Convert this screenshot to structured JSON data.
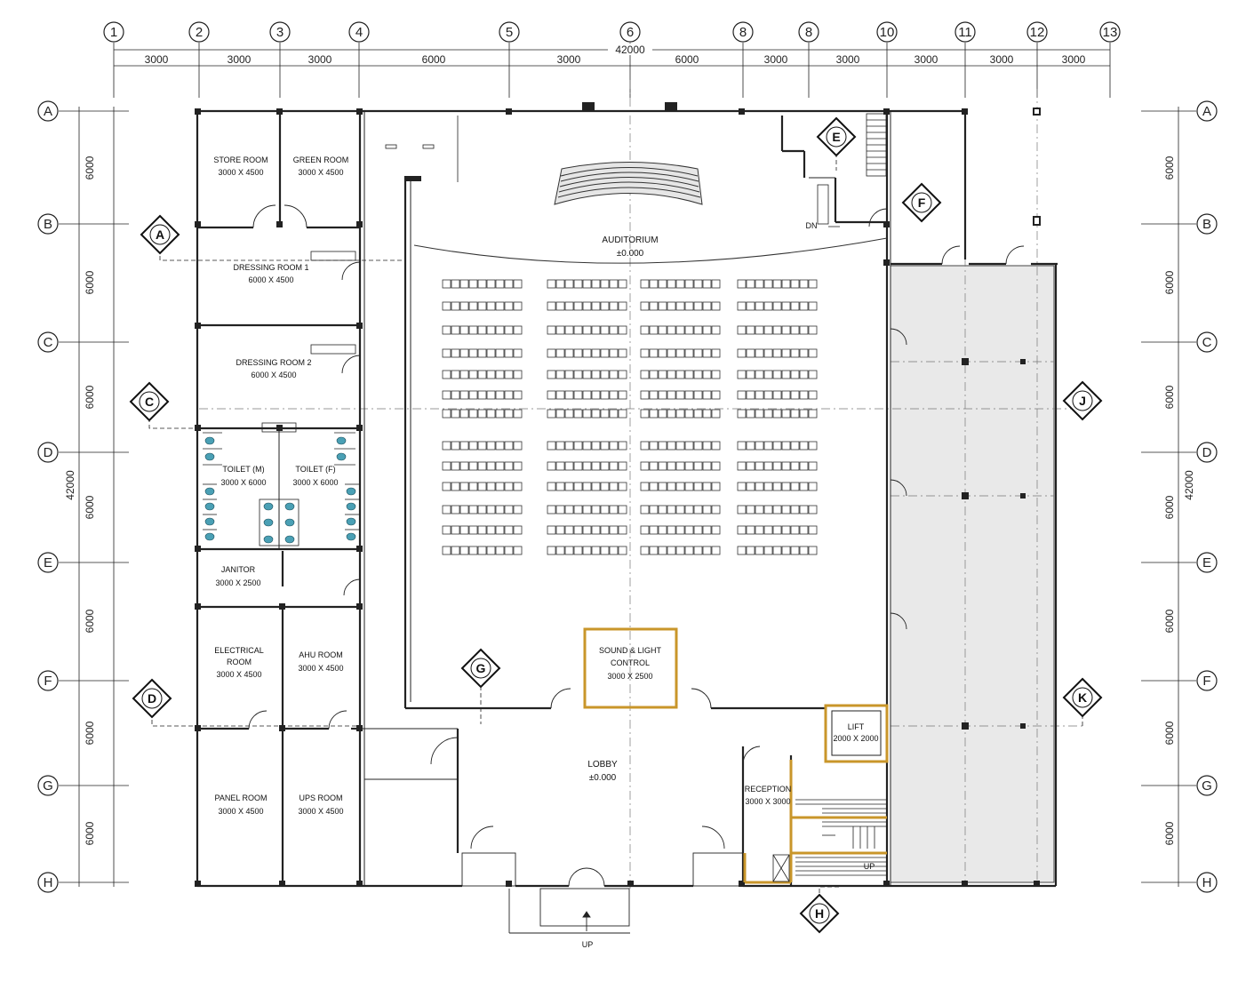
{
  "grid_columns": [
    "1",
    "2",
    "3",
    "4",
    "5",
    "6",
    "8",
    "8",
    "10",
    "11",
    "12",
    "13"
  ],
  "grid_rows": [
    "A",
    "B",
    "C",
    "D",
    "E",
    "F",
    "G",
    "H"
  ],
  "overall_dimension": "42000",
  "column_spacings": [
    "3000",
    "3000",
    "3000",
    "6000",
    "3000",
    "6000",
    "3000",
    "3000",
    "3000",
    "3000",
    "3000"
  ],
  "row_spacings": [
    "6000",
    "6000",
    "6000",
    "6000",
    "6000",
    "6000",
    "6000"
  ],
  "rooms": {
    "store_room": {
      "name": "STORE ROOM",
      "size": "3000 X 4500"
    },
    "green_room": {
      "name": "GREEN ROOM",
      "size": "3000 X 4500"
    },
    "dressing_room_1": {
      "name": "DRESSING ROOM 1",
      "size": "6000 X 4500"
    },
    "dressing_room_2": {
      "name": "DRESSING ROOM 2",
      "size": "6000 X 4500"
    },
    "toilet_m": {
      "name": "TOILET (M)",
      "size": "3000 X 6000"
    },
    "toilet_f": {
      "name": "TOILET (F)",
      "size": "3000 X 6000"
    },
    "janitor": {
      "name": "JANITOR",
      "size": "3000 X 2500"
    },
    "electrical_room": {
      "name1": "ELECTRICAL",
      "name2": "ROOM",
      "size": "3000 X 4500"
    },
    "ahu_room": {
      "name": "AHU ROOM",
      "size": "3000 X 4500"
    },
    "panel_room": {
      "name": "PANEL ROOM",
      "size": "3000 X 4500"
    },
    "ups_room": {
      "name": "UPS ROOM",
      "size": "3000 X 4500"
    },
    "auditorium": {
      "name": "AUDITORIUM",
      "level": "±0.000"
    },
    "sound_light": {
      "name1": "SOUND & LIGHT",
      "name2": "CONTROL",
      "size": "3000 X 2500"
    },
    "lobby": {
      "name": "LOBBY",
      "level": "±0.000"
    },
    "reception": {
      "name": "RECEPTION",
      "size": "3000 X 3000"
    },
    "lift": {
      "name": "LIFT",
      "size": "2000 X 2000"
    }
  },
  "section_markers": [
    "A",
    "C",
    "D",
    "E",
    "F",
    "G",
    "H",
    "J",
    "K"
  ],
  "stair_labels": {
    "dn": "DN",
    "up_stair": "UP",
    "up_entrance": "UP"
  },
  "colors": {
    "line": "#222222",
    "highlight": "#c9962a",
    "grey_zone": "#e9e9e9",
    "fixture": "#4aa0b5"
  }
}
